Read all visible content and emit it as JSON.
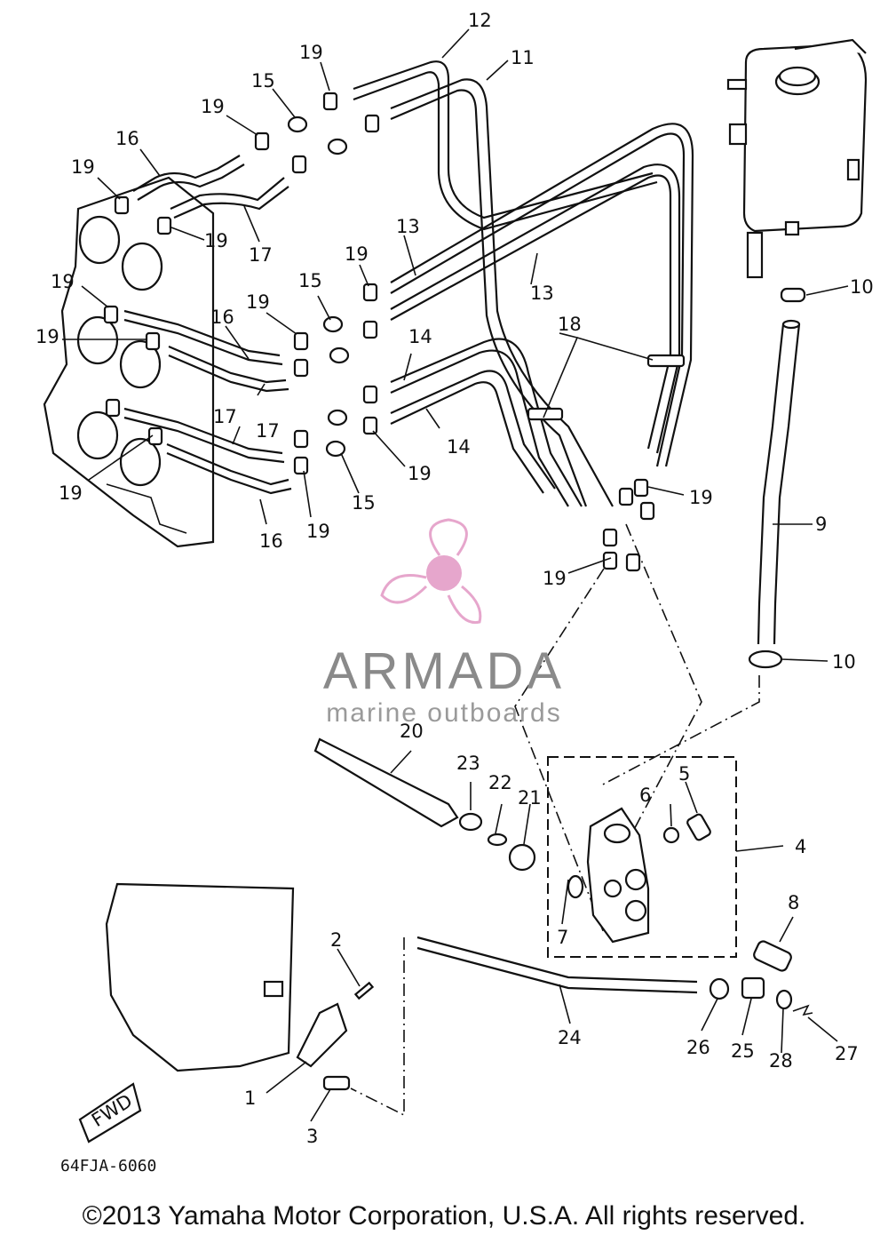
{
  "diagram": {
    "reference_code": "64FJA-6060",
    "direction_label": "FWD",
    "callouts": {
      "c1": "1",
      "c2": "2",
      "c3": "3",
      "c4": "4",
      "c5": "5",
      "c6": "6",
      "c7": "7",
      "c8": "8",
      "c9": "9",
      "c10a": "10",
      "c10b": "10",
      "c11": "11",
      "c12": "12",
      "c13a": "13",
      "c13b": "13",
      "c14a": "14",
      "c14b": "14",
      "c15a": "15",
      "c15b": "15",
      "c15c": "15",
      "c16a": "16",
      "c16b": "16",
      "c16c": "16",
      "c17a": "17",
      "c17b": "17",
      "c17c": "17",
      "c18": "18",
      "c19a": "19",
      "c19b": "19",
      "c19c": "19",
      "c19d": "19",
      "c19e": "19",
      "c19f": "19",
      "c19g": "19",
      "c19h": "19",
      "c19i": "19",
      "c19j": "19",
      "c19k": "19",
      "c19l": "19",
      "c19m": "19",
      "c20": "20",
      "c21": "21",
      "c22": "22",
      "c23": "23",
      "c24": "24",
      "c25": "25",
      "c26": "26",
      "c27": "27",
      "c28": "28"
    }
  },
  "watermark": {
    "brand": "ARMADA",
    "tagline": "marine outboards",
    "logo_color": "#e6a6cc",
    "text_color": "#8a8a8a"
  },
  "footer": {
    "copyright": "©2013 Yamaha Motor Corporation, U.S.A. All rights reserved."
  }
}
